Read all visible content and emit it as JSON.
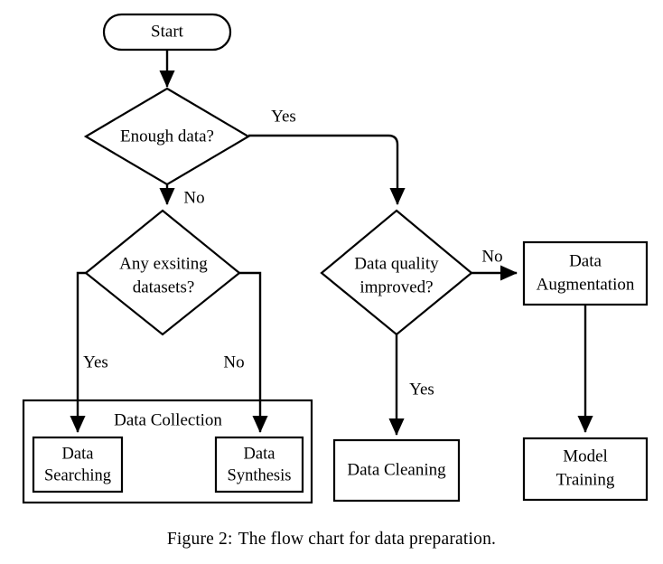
{
  "figure": {
    "caption_prefix": "Figure 2:",
    "caption_text": "The flow chart for data preparation.",
    "background_color": "#ffffff",
    "stroke_color": "#000000"
  },
  "chart_data": {
    "type": "diagram",
    "diagram_kind": "flowchart",
    "title": "The flow chart for data preparation.",
    "nodes": [
      {
        "id": "start",
        "label": "Start",
        "shape": "stadium"
      },
      {
        "id": "enough_data",
        "label": "Enough data?",
        "shape": "diamond"
      },
      {
        "id": "any_existing",
        "label_line1": "Any exsiting",
        "label_line2": "datasets?",
        "shape": "diamond"
      },
      {
        "id": "data_quality",
        "label_line1": "Data quality",
        "label_line2": "improved?",
        "shape": "diamond"
      },
      {
        "id": "data_searching",
        "label_line1": "Data",
        "label_line2": "Searching",
        "shape": "rect"
      },
      {
        "id": "data_synthesis",
        "label_line1": "Data",
        "label_line2": "Synthesis",
        "shape": "rect"
      },
      {
        "id": "data_cleaning",
        "label": "Data Cleaning",
        "shape": "rect"
      },
      {
        "id": "data_augmentation",
        "label_line1": "Data",
        "label_line2": "Augmentation",
        "shape": "rect"
      },
      {
        "id": "model_training",
        "label_line1": "Model",
        "label_line2": "Training",
        "shape": "rect"
      }
    ],
    "groups": [
      {
        "id": "data_collection",
        "label": "Data Collection",
        "contains": [
          "data_searching",
          "data_synthesis"
        ]
      }
    ],
    "edges": [
      {
        "from": "start",
        "to": "enough_data",
        "label": ""
      },
      {
        "from": "enough_data",
        "to": "data_quality",
        "label": "Yes"
      },
      {
        "from": "enough_data",
        "to": "any_existing",
        "label": "No"
      },
      {
        "from": "any_existing",
        "to": "data_searching",
        "label": "Yes"
      },
      {
        "from": "any_existing",
        "to": "data_synthesis",
        "label": "No"
      },
      {
        "from": "data_quality",
        "to": "data_augmentation",
        "label": "No"
      },
      {
        "from": "data_quality",
        "to": "data_cleaning",
        "label": "Yes"
      },
      {
        "from": "data_augmentation",
        "to": "model_training",
        "label": ""
      }
    ]
  },
  "nodes": {
    "start": {
      "label": "Start"
    },
    "enough_data": {
      "label": "Enough data?"
    },
    "any_existing": {
      "line1": "Any exsiting",
      "line2": "datasets?"
    },
    "data_quality": {
      "line1": "Data quality",
      "line2": "improved?"
    },
    "data_searching": {
      "line1": "Data",
      "line2": "Searching"
    },
    "data_synthesis": {
      "line1": "Data",
      "line2": "Synthesis"
    },
    "data_cleaning": {
      "label": "Data Cleaning"
    },
    "data_augmentation": {
      "line1": "Data",
      "line2": "Augmentation"
    },
    "model_training": {
      "line1": "Model",
      "line2": "Training"
    }
  },
  "groups": {
    "data_collection": {
      "title": "Data Collection"
    }
  },
  "edge_labels": {
    "enough_data_yes": "Yes",
    "enough_data_no": "No",
    "any_existing_yes": "Yes",
    "any_existing_no": "No",
    "data_quality_no": "No",
    "data_quality_yes": "Yes"
  }
}
